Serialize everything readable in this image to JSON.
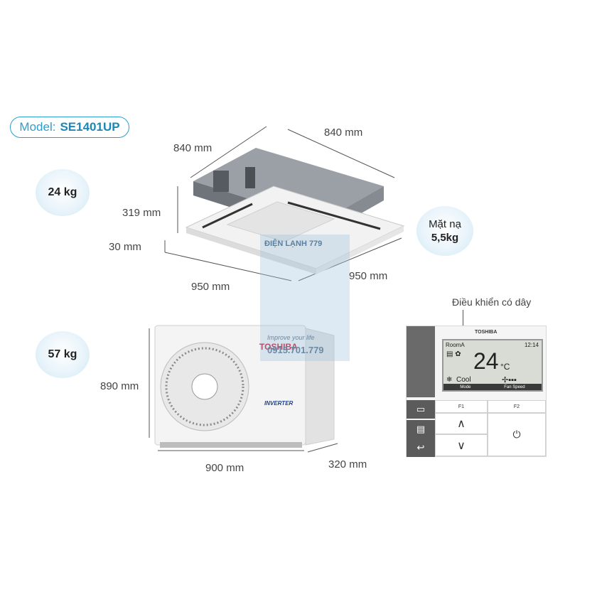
{
  "model": {
    "label": "Model:",
    "value": "SE1401UP"
  },
  "indoor": {
    "weight": "24 kg",
    "width_top_left": "840 mm",
    "width_top_right": "840 mm",
    "height": "319 mm",
    "panel_thickness": "30 mm",
    "panel_left": "950 mm",
    "panel_right": "950 mm"
  },
  "mask": {
    "line1": "Mặt nạ",
    "line2": "5,5kg"
  },
  "outdoor": {
    "weight": "57 kg",
    "height": "890 mm",
    "width": "900 mm",
    "depth": "320 mm",
    "brand": "TOSHIBA",
    "badge": "INVERTER"
  },
  "watermark": {
    "line1": "ĐIỆN LẠNH 779",
    "line2": "Improve your life",
    "line3": "0915.701.779"
  },
  "remote": {
    "caption": "Điều khiển có dây",
    "brand": "TOSHIBA",
    "room": "RoomA",
    "time": "12:14",
    "temp": "24",
    "unit": "°C",
    "mode_value": "Cool",
    "mode_label": "Mode",
    "fan_label": "Fan Speed",
    "f1": "F1",
    "f2": "F2"
  }
}
